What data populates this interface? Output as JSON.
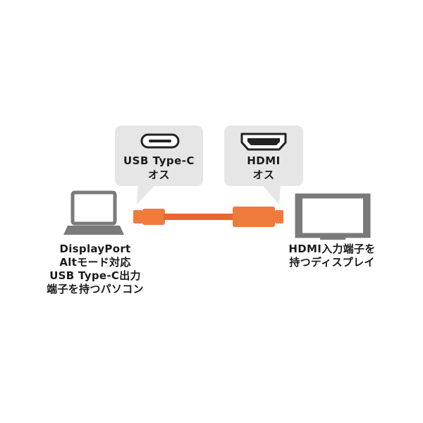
{
  "usb_callout": {
    "line1": "USB Type-C",
    "line2": "オス"
  },
  "hdmi_callout": {
    "line1": "HDMI",
    "line2": "オス"
  },
  "laptop_caption": {
    "line1": "DisplayPort",
    "line2": "Altモード対応",
    "line3": "USB Type-C出力",
    "line4": "端子を持つパソコン"
  },
  "display_caption": {
    "line1": "HDMI入力端子を",
    "line2": "持つディスプレイ"
  },
  "icons": [
    "laptop-icon",
    "usb-type-c-port-icon",
    "hdmi-port-icon",
    "cable-icon",
    "display-icon"
  ],
  "colors": {
    "cable": "#e8672f",
    "connector": "#f07a3c",
    "callout_bg": "#e6e6e6",
    "device_gray": "#7a7a7a"
  }
}
